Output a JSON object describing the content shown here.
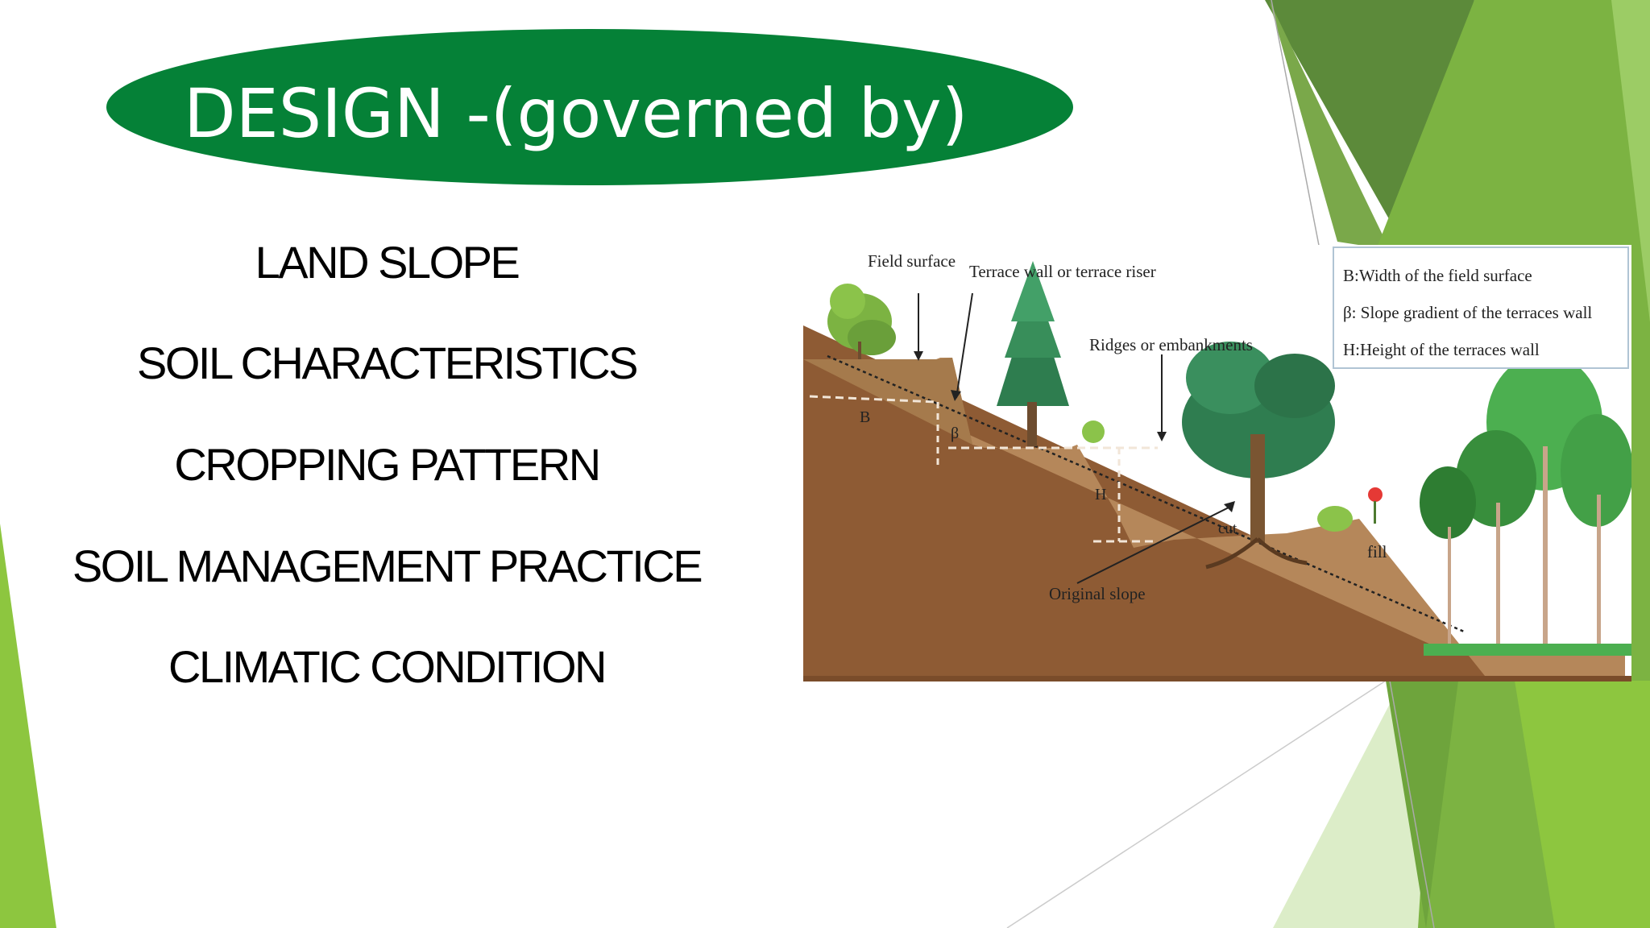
{
  "slide": {
    "title": "DESIGN -(governed by)",
    "factors": [
      "LAND SLOPE",
      "SOIL CHARACTERISTICS",
      "CROPPING PATTERN",
      "SOIL MANAGEMENT PRACTICE",
      "CLIMATIC CONDITION"
    ]
  },
  "diagram": {
    "labels": {
      "field_surface": "Field surface",
      "terrace_wall": "Terrace wall or terrace riser",
      "ridges": "Ridges or embankments",
      "original_slope": "Original slope",
      "cut": "cut",
      "fill": "fill",
      "B": "B",
      "beta": "β",
      "H": "H"
    },
    "legend": {
      "b": "B:Width of  the field surface",
      "beta": "β: Slope  gradient of the terraces wall",
      "h": "H:Height of the terraces wall"
    }
  },
  "colors": {
    "title_fill": "#058137",
    "accent_light_green": "#8dc63f",
    "accent_dark_green": "#5e9a3c",
    "soil_light": "#b5875a",
    "soil_dark": "#8a5a34"
  }
}
